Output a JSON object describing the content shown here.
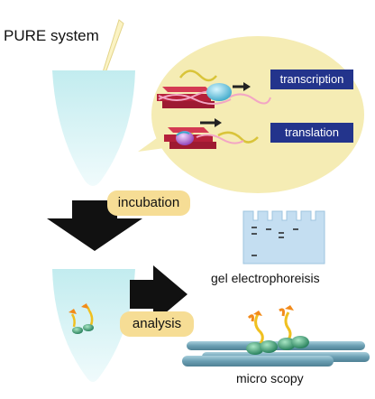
{
  "title": "PURE system",
  "steps": {
    "incubation": "incubation",
    "analysis": "analysis"
  },
  "processes": {
    "transcription": "transcription",
    "translation": "translation"
  },
  "outputs": {
    "gel": "gel electrophoreisis",
    "microscopy": "micro scopy"
  },
  "colors": {
    "bubble": "#f5ecb4",
    "tube": "#d6f2f4",
    "process_label_bg": "#23348c",
    "step_label_bg": "#f6dd95",
    "gel": "#c4def1",
    "dna_block": "#b5203a",
    "microtubule": "#7fb1c4"
  }
}
